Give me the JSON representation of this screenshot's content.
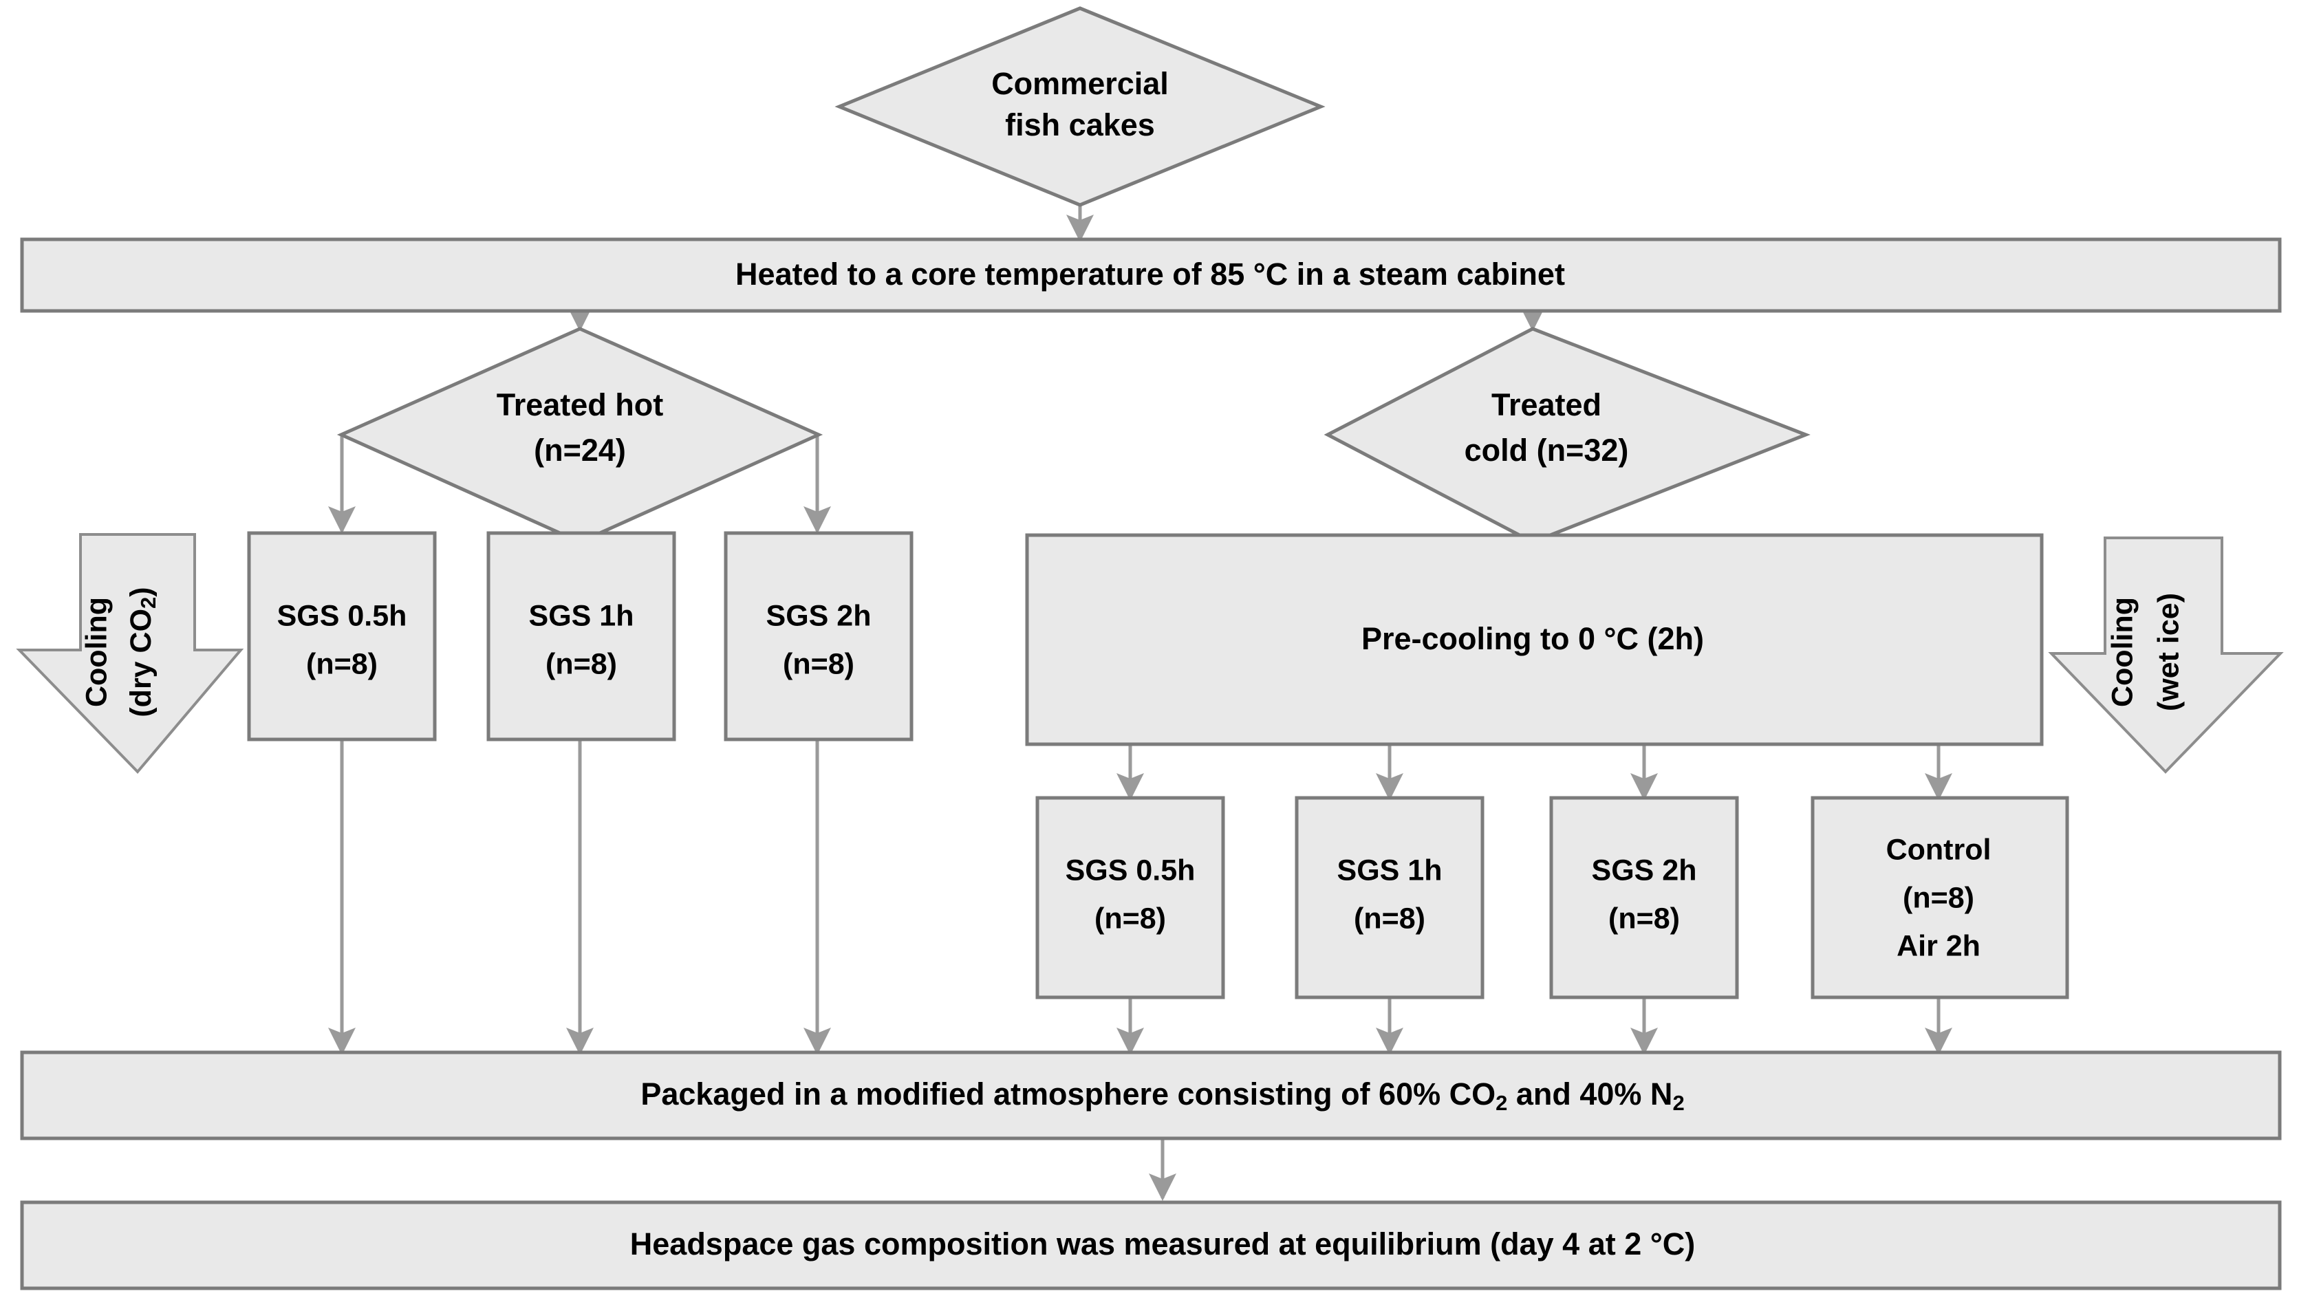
{
  "diagram": {
    "title": "Fish cake heat treatment and modified atmosphere packaging flowchart",
    "colors": {
      "shape_fill": "#e9e9e9",
      "shape_border": "#7b7b7b",
      "connector": "#9a9a9a",
      "text": "#000000",
      "background": "#ffffff"
    },
    "nodes": {
      "source": {
        "shape": "diamond",
        "line1": "Commercial",
        "line2": "fish cakes"
      },
      "heating": {
        "shape": "bar",
        "text": "Heated to a core temperature of 85 °C in a steam cabinet"
      },
      "treated_hot": {
        "shape": "diamond",
        "line1": "Treated hot",
        "line2": "(n=24)"
      },
      "treated_cold": {
        "shape": "diamond",
        "line1": "Treated",
        "line2": "cold (n=32)"
      },
      "cooling_dry": {
        "shape": "down-arrow",
        "line1": "Cooling",
        "line2": "(dry CO",
        "sub": "2",
        "line2_end": ")"
      },
      "cooling_wet": {
        "shape": "down-arrow",
        "line1": "Cooling",
        "line2": "(wet ice)"
      },
      "precooling": {
        "shape": "bar",
        "text": "Pre-cooling to 0 °C (2h)"
      },
      "packaging": {
        "shape": "bar",
        "text_part1": "Packaged in a modified atmosphere consisting of 60% CO",
        "text_sub1": "2",
        "text_part2": " and 40% N",
        "text_sub2": "2"
      },
      "measurement": {
        "shape": "bar",
        "text": "Headspace gas composition was measured at equilibrium (day 4 at 2 °C)"
      }
    },
    "hot_groups": [
      {
        "line1": "SGS 0.5h",
        "line2": "(n=8)"
      },
      {
        "line1": "SGS 1h",
        "line2": "(n=8)"
      },
      {
        "line1": "SGS 2h",
        "line2": "(n=8)"
      }
    ],
    "cold_groups": [
      {
        "line1": "SGS 0.5h",
        "line2": "(n=8)",
        "line3": ""
      },
      {
        "line1": "SGS 1h",
        "line2": "(n=8)",
        "line3": ""
      },
      {
        "line1": "SGS 2h",
        "line2": "(n=8)",
        "line3": ""
      },
      {
        "line1": "Control",
        "line2": "(n=8)",
        "line3": "Air 2h"
      }
    ]
  }
}
